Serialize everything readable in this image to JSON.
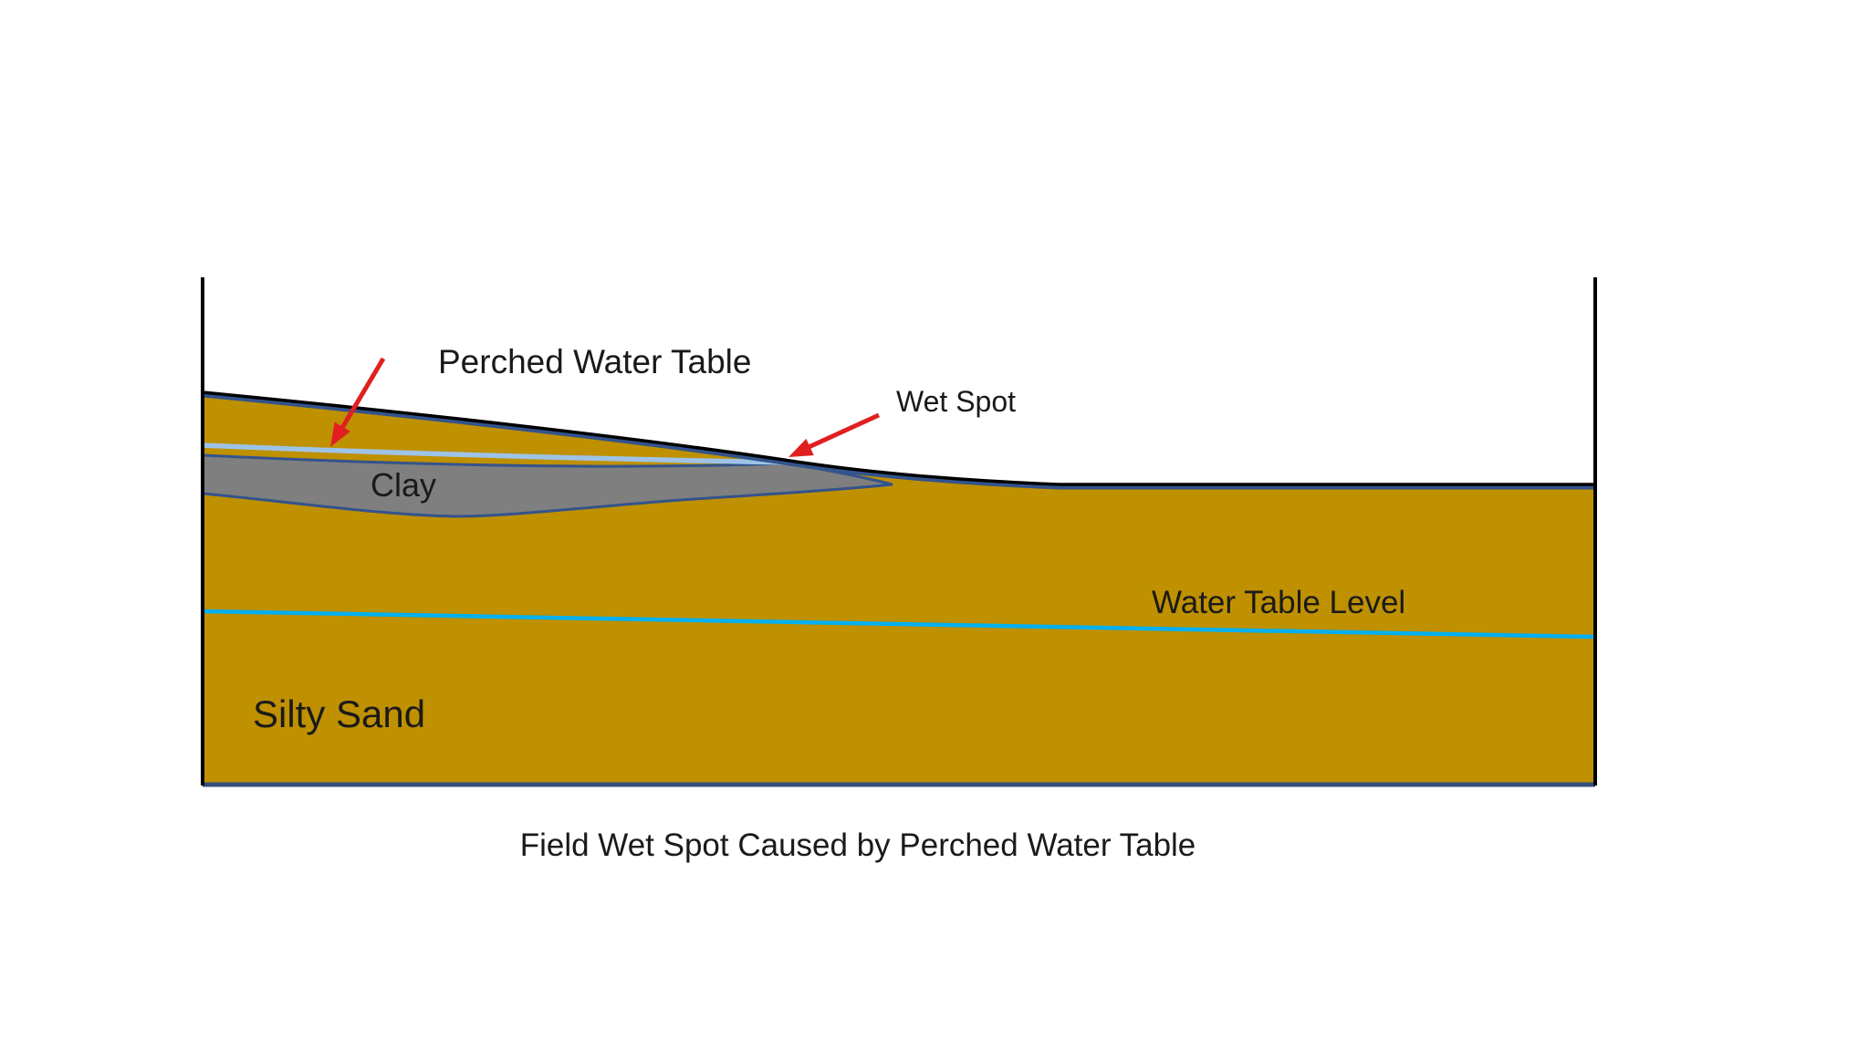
{
  "diagram": {
    "title": "Field Wet Spot Caused by Perched Water Table",
    "labels": {
      "perched_water_table": "Perched Water Table",
      "wet_spot": "Wet Spot",
      "clay": "Clay",
      "water_table_level": "Water Table Level",
      "silty_sand": "Silty Sand"
    },
    "colors": {
      "background": "#FFFFFF",
      "sand": "#BF9000",
      "clay": "#7F7F7F",
      "layer_edge": "#33538C",
      "perched_line": "#9DC3E6",
      "water_table_line": "#00B0F0",
      "surface_line": "#000000",
      "frame": "#000000",
      "bottom_edge": "#33507E",
      "arrow": "#E02020",
      "text": "#1A1A1A"
    }
  }
}
